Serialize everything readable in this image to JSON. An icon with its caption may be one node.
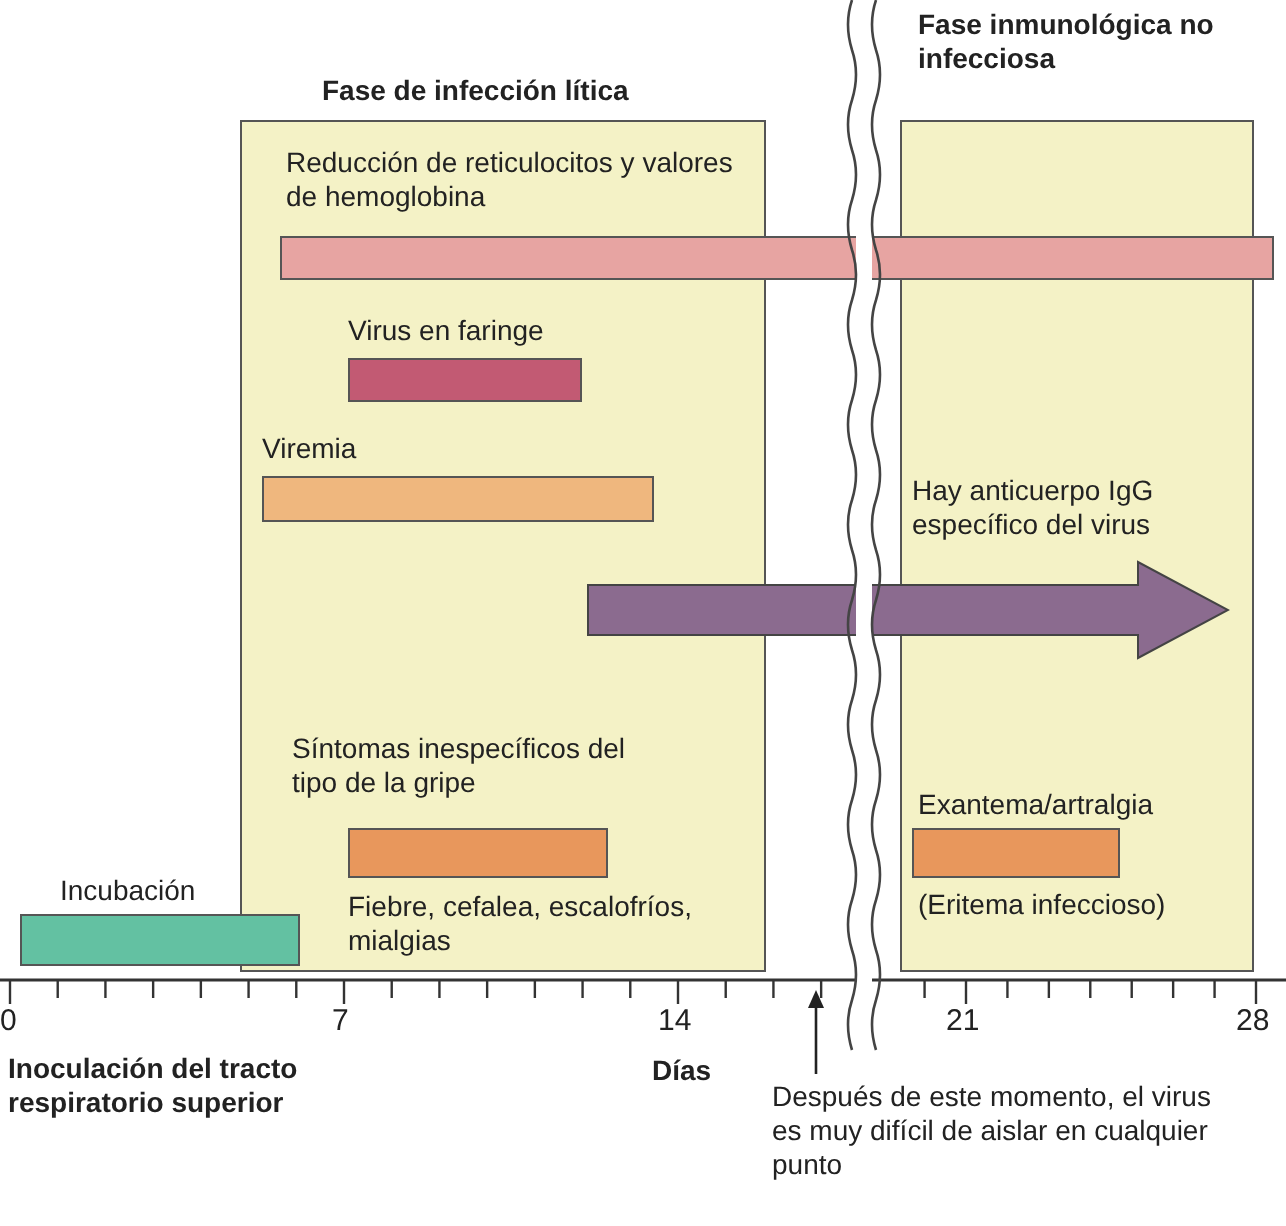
{
  "diagram": {
    "nodes": [
      {
        "text": [
          "Fase de infección lítica"
        ]
      },
      {
        "text": [
          "Fase inmunológica no infecciosa"
        ]
      },
      {
        "text": [],
        "shape": "bar",
        "beside": [
          "Reducción de reticulocitos y valores de hemoglobina"
        ]
      },
      {
        "text": [],
        "shape": "bar",
        "beside": [
          "Virus en faringe"
        ],
        "in": 0
      },
      {
        "text": [],
        "shape": "bar",
        "beside": [
          "Viremia"
        ],
        "in": 0
      },
      {
        "text": [],
        "shape": "arrow",
        "beside": [
          "Hay anticuerpo IgG específico del virus"
        ]
      },
      {
        "text": [],
        "shape": "bar",
        "beside": [
          "Síntomas inespecíficos del tipo de la gripe",
          "Fiebre, cefalea, escalofríos, mialgias"
        ],
        "in": 0
      },
      {
        "text": [],
        "shape": "bar",
        "beside": [
          "Exantema/artralgia",
          "(Eritema infeccioso)"
        ],
        "in": 1
      },
      {
        "text": [],
        "shape": "bar",
        "beside": [
          "Incubación"
        ]
      }
    ],
    "labels": [
      "0",
      "7",
      "14",
      "21",
      "28",
      "Inoculación del tracto respiratorio superior",
      "Días",
      "Después de este momento, el virus es muy difícil de aislar en cualquier punto"
    ]
  }
}
